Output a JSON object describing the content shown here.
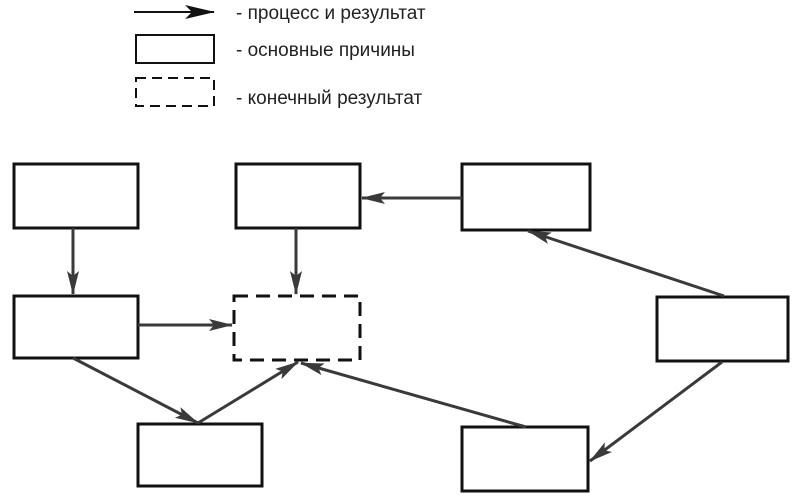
{
  "legend": {
    "process_result": "- процесс и результат",
    "main_causes": "- основные причины",
    "final_result": "- конечный результат"
  },
  "colors": {
    "stroke": "#111111",
    "arrow": "#3a3a3a",
    "background": "#ffffff"
  }
}
